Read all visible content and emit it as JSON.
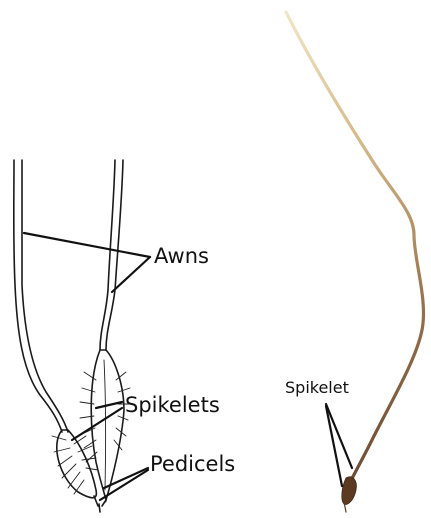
{
  "labels": {
    "awns": "Awns",
    "spikelets": "Spikelets",
    "pedicels": "Pedicels",
    "spikelet": "Spikelet"
  },
  "colors": {
    "background": "#ffffff",
    "ink": "#111111",
    "seed_light": "#e9d9b2",
    "seed_mid": "#a98457",
    "seed_dark": "#6e4b33",
    "seed_body": "#5c3a22"
  }
}
